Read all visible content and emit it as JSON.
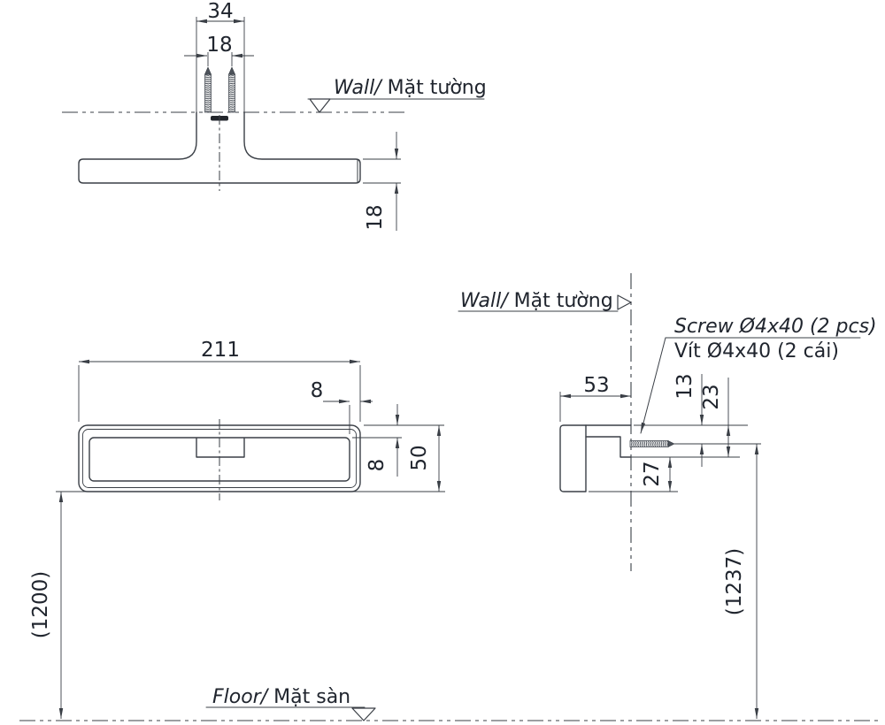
{
  "drawing": {
    "title_semantics": "towel ring installation dimension drawing",
    "dimensions": {
      "screw_span_outer": "34",
      "screw_span_inner": "18",
      "bar_thickness": "18",
      "ring_width": "211",
      "ring_edge_inset": "8",
      "ring_tube_thickness": "8",
      "ring_height": "50",
      "mount_height_floor": "(1200)",
      "bracket_depth": "53",
      "screw_from_top": "13",
      "arm_height": "23",
      "arm_to_ring_bottom": "27",
      "screw_height_floor": "(1237)"
    },
    "labels": {
      "wall_en": "Wall/",
      "wall_vi": " Mặt tường",
      "floor_en": "Floor/",
      "floor_vi": " Mặt sàn",
      "screw_spec_en": "Screw Ø4x40 (2 pcs)",
      "screw_spec_vi": "Vít Ø4x40 (2 cái)"
    },
    "colors": {
      "line": "#3a3f46",
      "text": "#20252e",
      "background": "#ffffff"
    }
  }
}
